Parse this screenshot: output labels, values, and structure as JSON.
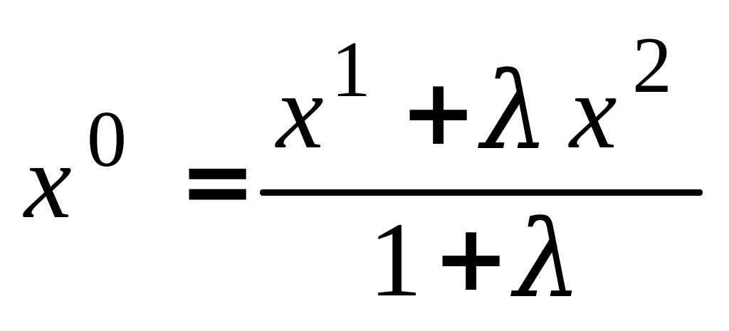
{
  "equation": {
    "lhs": {
      "variable": "x",
      "superscript": "0"
    },
    "relation": "=",
    "numerator": {
      "term1_variable": "x",
      "term1_superscript": "1",
      "operator": "+",
      "coefficient": "λ",
      "term2_variable": "x",
      "term2_superscript": "2"
    },
    "denominator": {
      "constant": "1",
      "operator": "+",
      "coefficient": "λ"
    }
  }
}
